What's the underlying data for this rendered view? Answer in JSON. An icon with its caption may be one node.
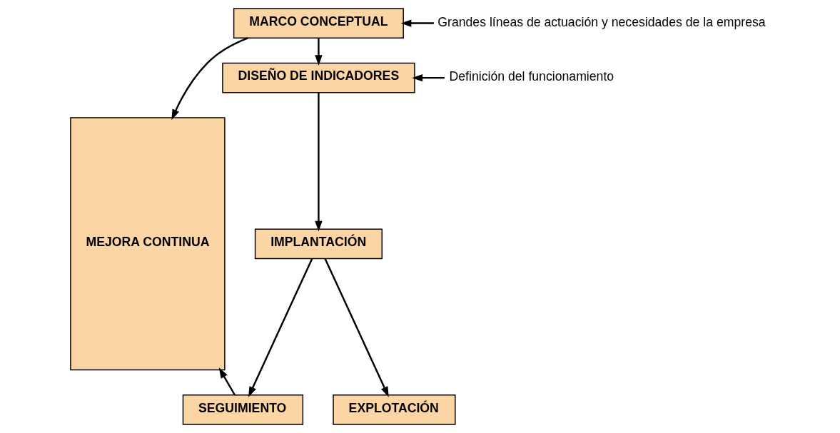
{
  "diagram": {
    "nodes": [
      {
        "text": [
          "MARCO CONCEPTUAL"
        ]
      },
      {
        "text": [
          "DISEÑO DE INDICADORES"
        ]
      },
      {
        "text": [
          "IMPLANTACIÓN"
        ]
      },
      {
        "text": [
          "EXPLOTACIÓN"
        ]
      },
      {
        "text": [
          "SEGUIMIENTO"
        ]
      },
      {
        "text": [
          "MEJORA CONTINUA"
        ]
      },
      {
        "text": [
          "Grandes líneas de actuación y necesidades de la empresa"
        ]
      },
      {
        "text": [
          "Definición del funcionamiento"
        ]
      }
    ],
    "edges": [
      {
        "from": 0,
        "to": 5,
        "arrow": "to"
      },
      {
        "from": 6,
        "to": 0,
        "arrow": "to"
      },
      {
        "from": 0,
        "to": 1,
        "arrow": "to"
      },
      {
        "from": 7,
        "to": 1,
        "arrow": "to"
      },
      {
        "from": 1,
        "to": 2,
        "arrow": "to"
      },
      {
        "from": 2,
        "to": 3,
        "arrow": "to"
      },
      {
        "from": 2,
        "to": 4,
        "arrow": "to"
      },
      {
        "from": 4,
        "to": 5,
        "arrow": "to"
      }
    ]
  }
}
